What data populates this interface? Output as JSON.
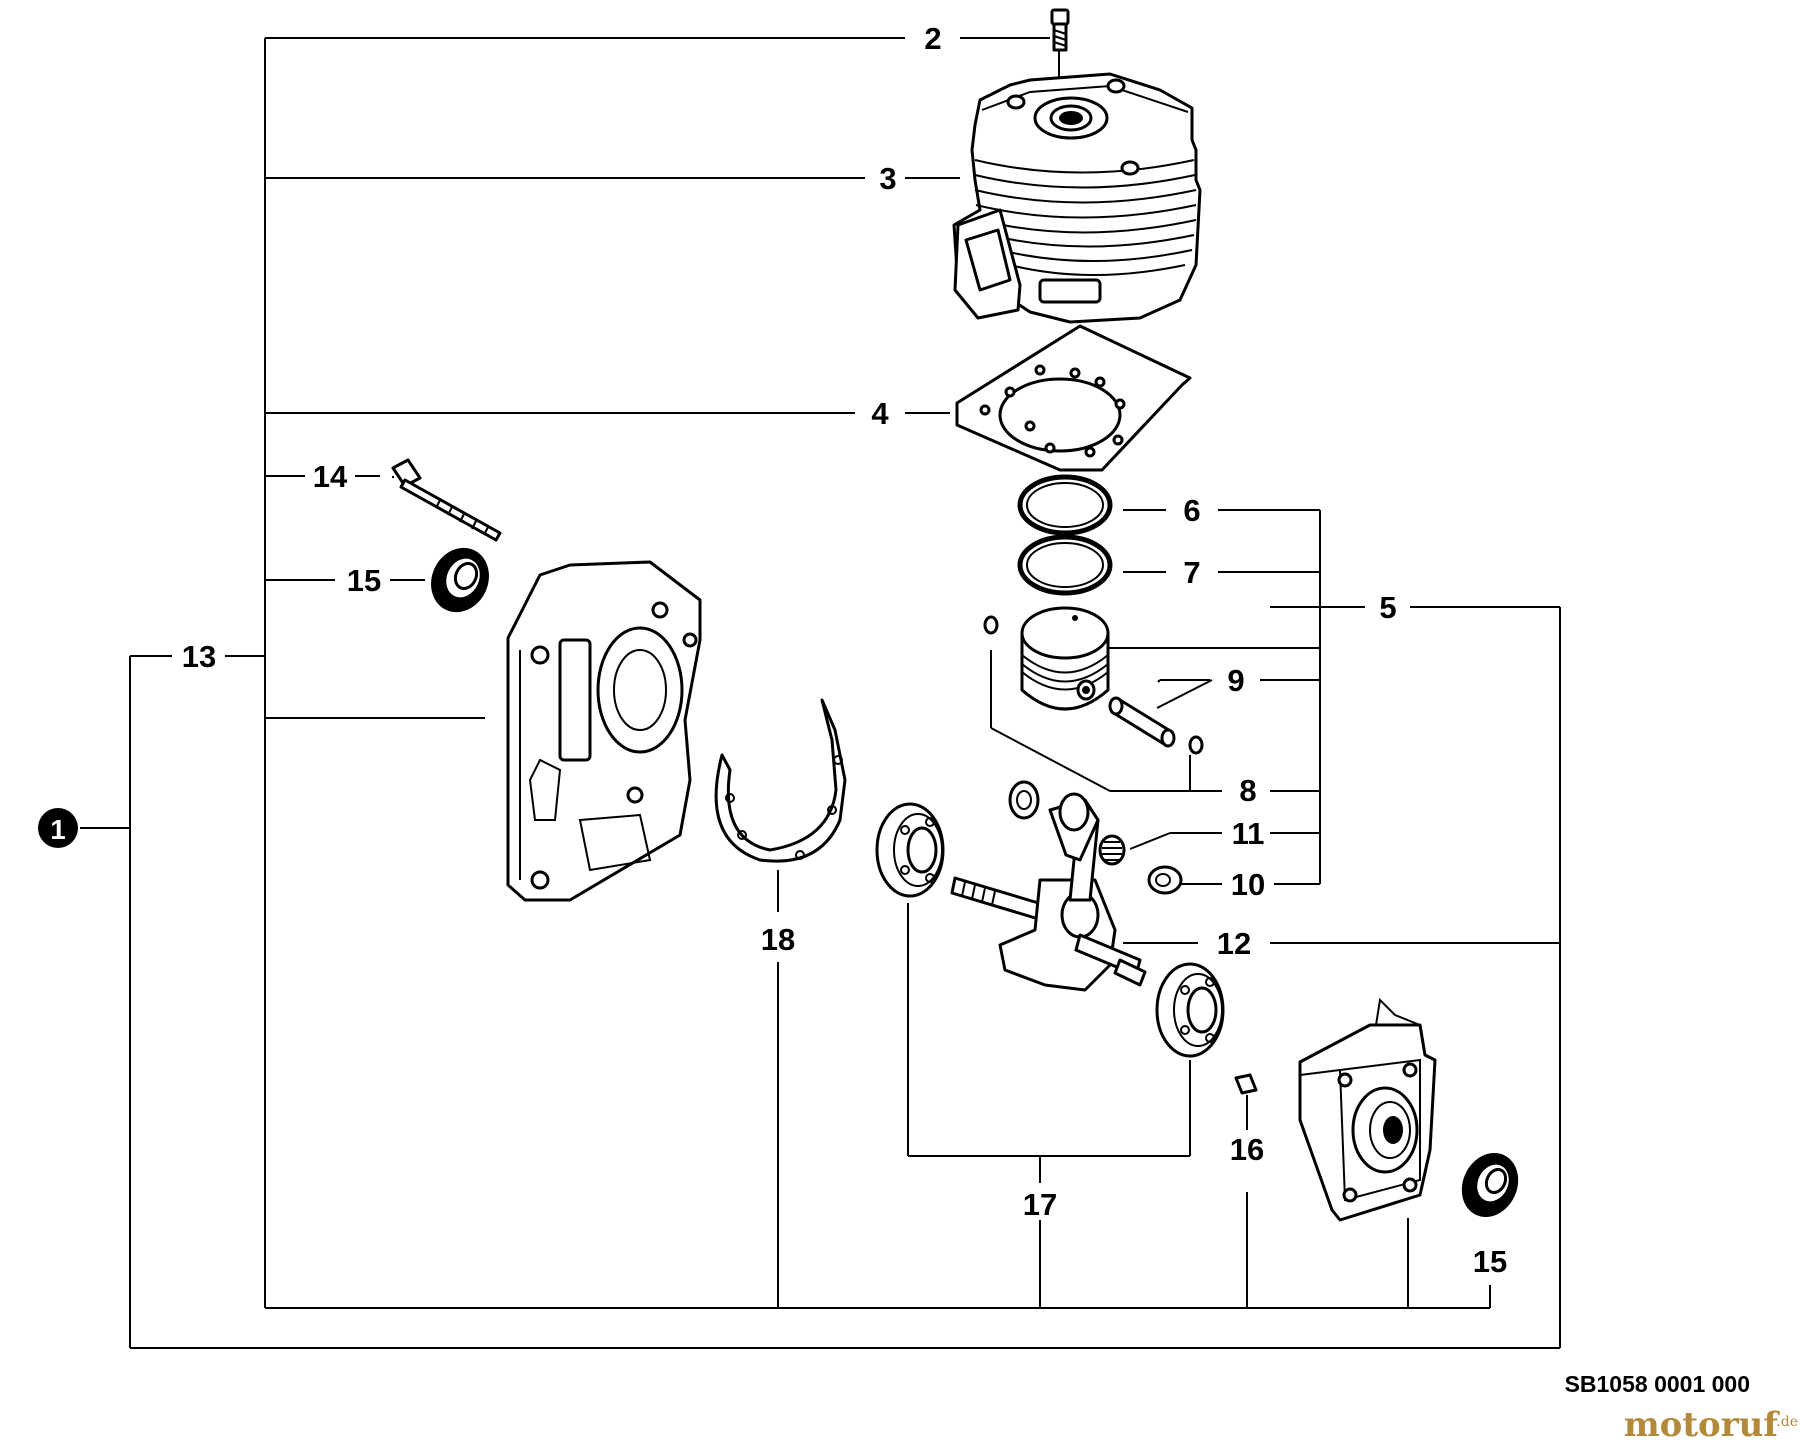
{
  "callouts": {
    "c1": "1",
    "c2": "2",
    "c3": "3",
    "c4": "4",
    "c5": "5",
    "c6": "6",
    "c7": "7",
    "c8": "8",
    "c9": "9",
    "c10": "10",
    "c11": "11",
    "c12": "12",
    "c13": "13",
    "c14": "14",
    "c15a": "15",
    "c15b": "15",
    "c16": "16",
    "c17": "17",
    "c18": "18"
  },
  "footer": {
    "drawing_code": "SB1058 0001 000",
    "brand_main": "motoruf",
    "brand_suffix": ".de"
  },
  "colors": {
    "ink": "#000000",
    "brand": "#b38a3a",
    "background": "#ffffff"
  }
}
